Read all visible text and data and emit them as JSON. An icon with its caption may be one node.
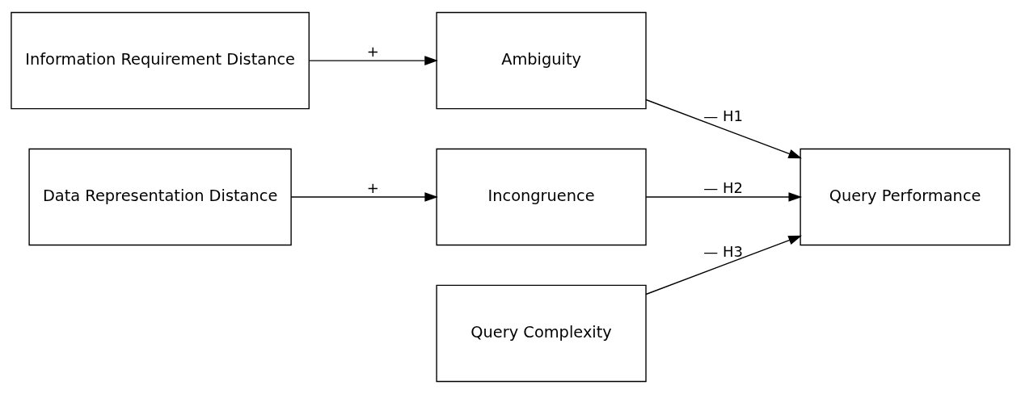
{
  "diagram": {
    "nodes": [
      {
        "text": [
          "Information Requirement Distance"
        ]
      },
      {
        "text": [
          "Ambiguity"
        ]
      },
      {
        "text": [
          "Data Representation Distance"
        ]
      },
      {
        "text": [
          "Incongruence"
        ]
      },
      {
        "text": [
          "Query Complexity"
        ]
      },
      {
        "text": [
          "Query Performance"
        ]
      }
    ],
    "edges": [
      {
        "from": 0,
        "to": 1,
        "arrow": "to",
        "label": "+"
      },
      {
        "from": 2,
        "to": 3,
        "arrow": "to",
        "label": "+"
      },
      {
        "from": 1,
        "to": 5,
        "arrow": "to",
        "label": "— H1"
      },
      {
        "from": 3,
        "to": 5,
        "arrow": "to",
        "label": "— H2"
      },
      {
        "from": 4,
        "to": 5,
        "arrow": "to",
        "label": "— H3"
      }
    ]
  }
}
